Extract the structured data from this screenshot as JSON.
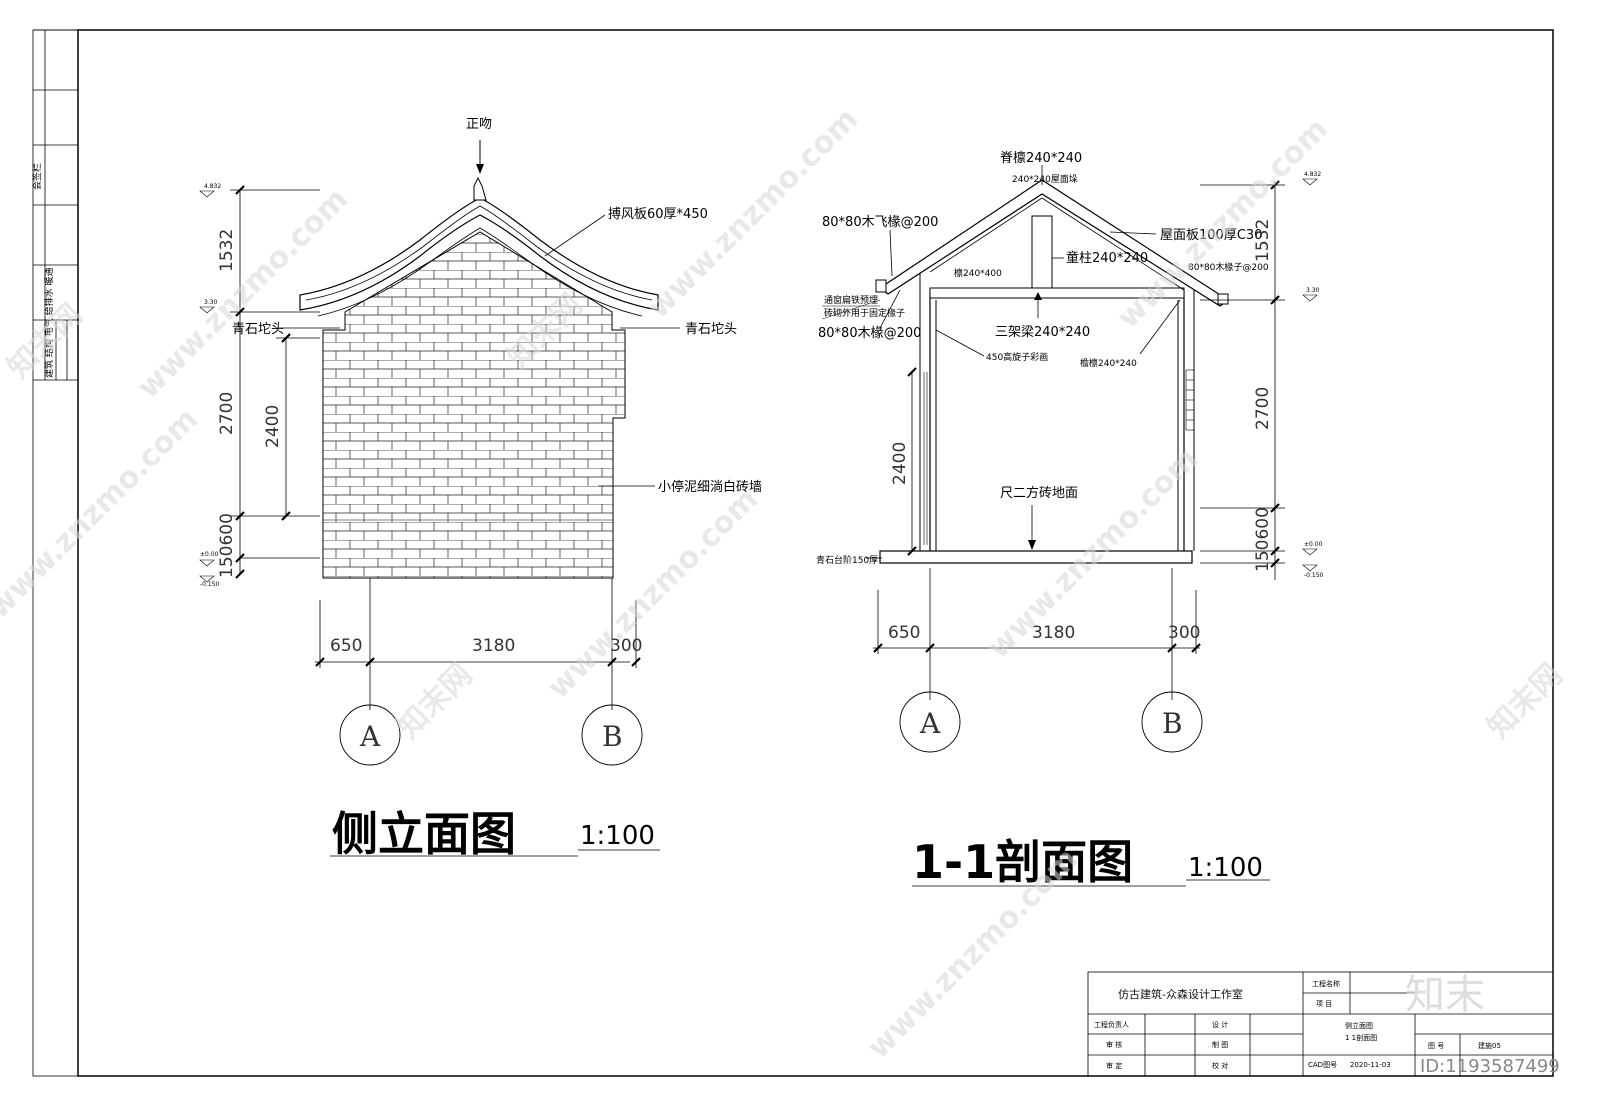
{
  "drawings": {
    "side_elevation": {
      "title": "侧立面图",
      "scale": "1:100",
      "labels": {
        "ridge": "正吻",
        "barge_board": "搏风板60厚*450",
        "stone_left": "青石坨头",
        "stone_right": "青石坨头",
        "wall": "小停泥细淌白砖墙"
      },
      "dims": {
        "v1": "1532",
        "v2": "2700",
        "v3": "2400",
        "v4": "150600",
        "h1": "650",
        "h2": "3180",
        "h3": "300"
      },
      "levels": {
        "top": "4.832",
        "eave": "3.30",
        "zero": "±0.00",
        "base": "-0.150"
      },
      "axes": {
        "a": "A",
        "b": "B"
      }
    },
    "section": {
      "title": "1-1剖面图",
      "scale": "1:100",
      "labels": {
        "ridge_purlin": "脊檩240*240",
        "roof_purlin": "240*240屋面垛",
        "flying_rafter": "80*80木飞椽@200",
        "roof_board": "屋面板100厚C30",
        "post": "童柱240*240",
        "rafter_right": "80*80木椽子@200",
        "purlin": "檩240*400",
        "note1": "通窗扁铁预埋",
        "note2": "砖砌外用于固定椽子",
        "rafter_left": "80*80木椽@200",
        "beam": "三架梁240*240",
        "painted": "450高旋子彩画",
        "eave_purlin": "檐檩240*240",
        "floor": "尺二方砖地面",
        "step": "青石台阶150厚"
      },
      "dims": {
        "v1": "1532",
        "v2": "2700",
        "v3": "2400",
        "v4": "150600",
        "h1": "650",
        "h2": "3180",
        "h3": "300"
      },
      "levels": {
        "top": "4.832",
        "eave": "3.30",
        "zero": "±0.00",
        "base": "-0.150"
      },
      "axes": {
        "a": "A",
        "b": "B"
      }
    }
  },
  "title_block": {
    "firm": "仿古建筑-众森设计工作室",
    "project_name_label": "工程名称",
    "item_label": "项 目",
    "leader_label": "工程负责人",
    "design_label": "设 计",
    "review_label": "审 核",
    "draw_label": "制 图",
    "approve_label": "审 定",
    "check_label": "校 对",
    "drawing_names_1": "侧立面图",
    "drawing_names_2": "1 1剖面图",
    "drawing_no_label": "图 号",
    "drawing_no": "建施05",
    "cad_label": "CAD图号",
    "cad_no": "2020-11-03",
    "left_strip_1": "会签栏",
    "left_strip_2": "建筑 结构 电气 给排水 暖通"
  },
  "watermark": {
    "site": "www.znzmo.com",
    "brand": "知末网",
    "logo": "知末",
    "id": "ID:1193587499"
  }
}
